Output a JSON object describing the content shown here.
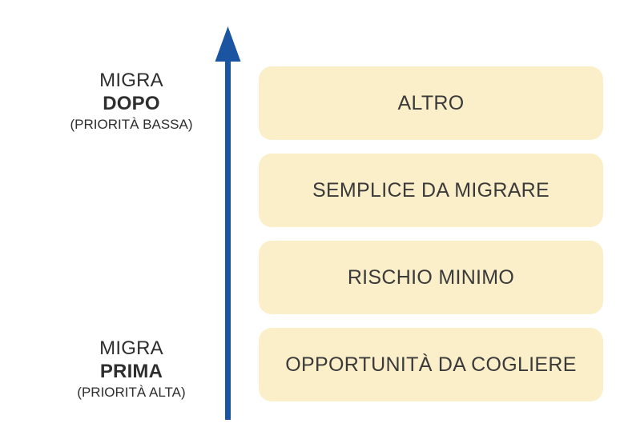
{
  "diagram": {
    "axis": {
      "top_label": {
        "line1": "MIGRA",
        "line2": "DOPO",
        "line3": "(PRIORITÀ BASSA)"
      },
      "bottom_label": {
        "line1": "MIGRA",
        "line2": "PRIMA",
        "line3": "(PRIORITÀ ALTA)"
      },
      "arrow": {
        "direction": "up",
        "color": "#1b55a2"
      }
    },
    "boxes": [
      {
        "label": "ALTRO"
      },
      {
        "label": "SEMPLICE DA MIGRARE"
      },
      {
        "label": "RISCHIO MINIMO"
      },
      {
        "label": "OPPORTUNITÀ DA COGLIERE"
      }
    ],
    "colors": {
      "background": "#ffffff",
      "box_fill": "#fbefc9",
      "box_text": "#3a3a3a",
      "label_text": "#2e2e2e",
      "arrow": "#1b55a2"
    }
  }
}
